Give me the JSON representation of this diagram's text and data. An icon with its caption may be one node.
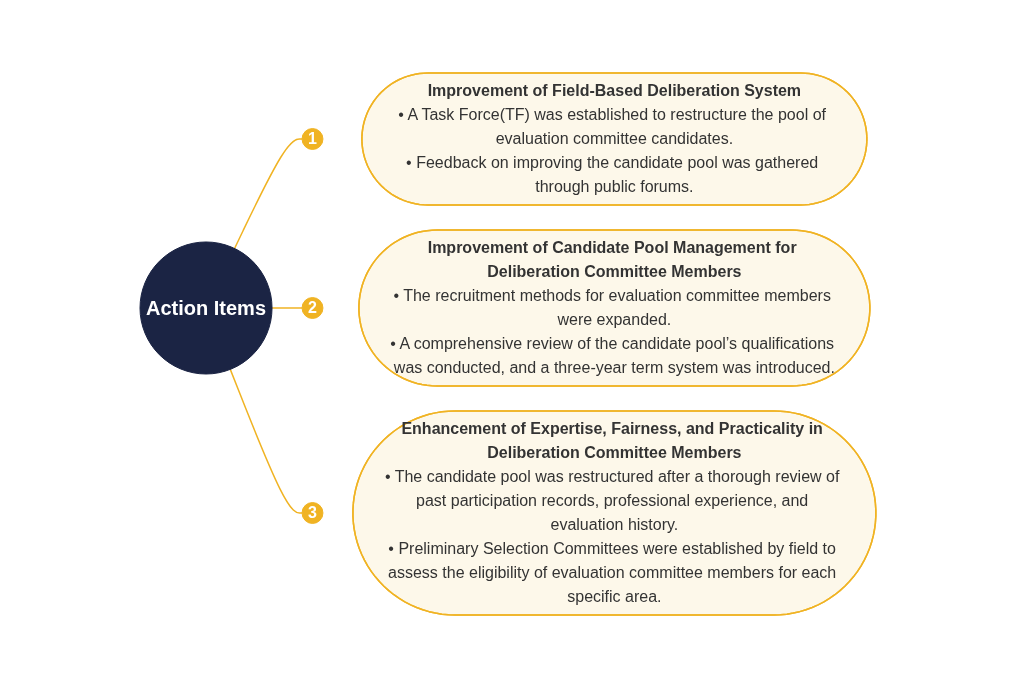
{
  "diagram": {
    "nodes": [
      {
        "text": [
          "Action Items"
        ]
      },
      {
        "text": [
          "1"
        ]
      },
      {
        "text": [
          "Improvement of Field-Based Deliberation System",
          "• A Task Force(TF) was established to restructure the pool of evaluation committee candidates.",
          "• Feedback on improving the candidate pool was gathered through public forums."
        ]
      },
      {
        "text": [
          "2"
        ]
      },
      {
        "text": [
          "Improvement of Candidate Pool Management for Deliberation Committee Members",
          "• The recruitment methods for evaluation committee members were expanded.",
          "• A comprehensive review of the candidate pool’s qualifications was conducted, and a three-year term system was introduced."
        ]
      },
      {
        "text": [
          "3"
        ]
      },
      {
        "text": [
          "Enhancement of Expertise, Fairness, and Practicality in Deliberation Committee Members",
          "• The candidate pool was restructured after a thorough review of past participation records, professional experience, and evaluation history.",
          "• Preliminary Selection Committees were established by field to assess the eligibility of evaluation committee members for each specific area."
        ]
      }
    ],
    "edges": [
      {
        "from": 0,
        "to": 1,
        "arrow": "none"
      },
      {
        "from": 0,
        "to": 3,
        "arrow": "none"
      },
      {
        "from": 0,
        "to": 5,
        "arrow": "none"
      }
    ]
  }
}
